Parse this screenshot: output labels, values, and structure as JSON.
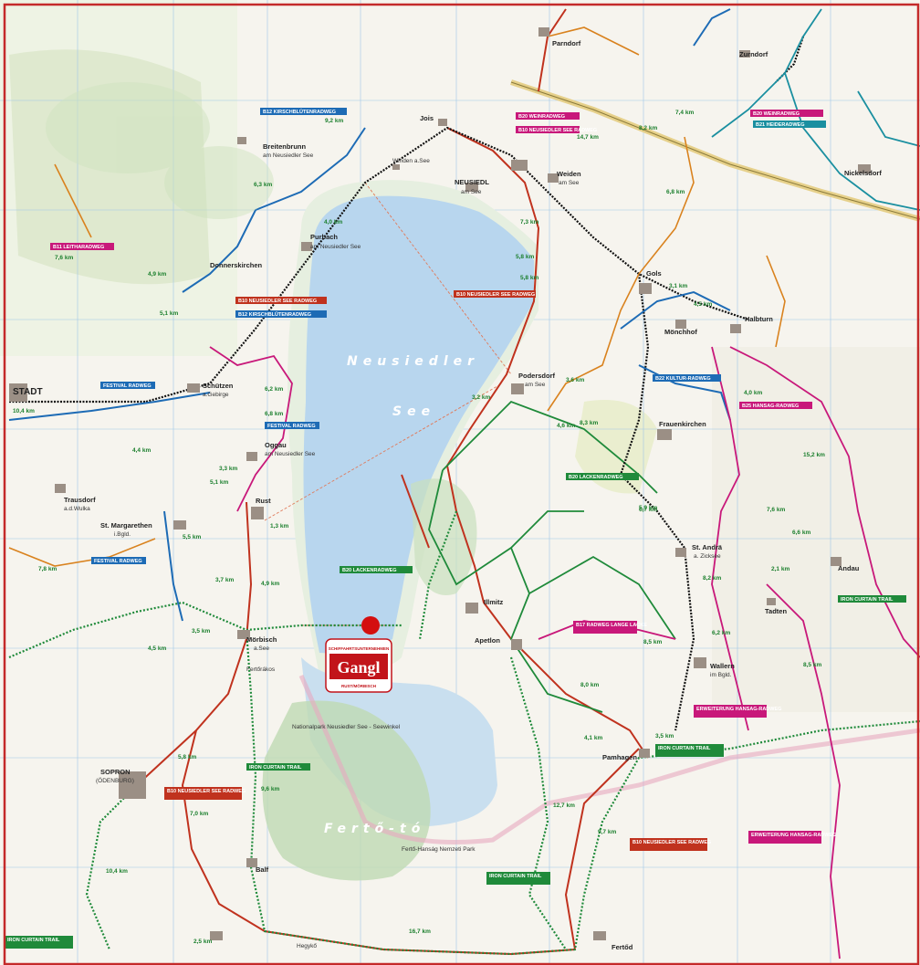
{
  "lake": {
    "name_line1": "Neusiedler",
    "name_line2": "See",
    "name_hu": "Fertő-tó"
  },
  "park_label": "Nationalpark Neusiedler See - Seewinkel",
  "park_label_hu": "Fertő-Hanság Nemzeti Park",
  "marker": {
    "brand": "Gangl",
    "top": "SCHIFFAHRTSUNTERNEHMEN",
    "bottom": "RUST/MÖRBISCH"
  },
  "towns": [
    {
      "label": "NEUSIEDL"
    },
    {
      "label": "am See"
    },
    {
      "label": "Jois"
    },
    {
      "label": "Winden a.See"
    },
    {
      "label": "Breitenbrunn"
    },
    {
      "label": "am Neusiedler See"
    },
    {
      "label": "Purbach"
    },
    {
      "label": "am Neusiedler See"
    },
    {
      "label": "Donnerskirchen"
    },
    {
      "label": "Schützen"
    },
    {
      "label": "a.Gebirge"
    },
    {
      "label": "Oggau"
    },
    {
      "label": "am Neusiedler See"
    },
    {
      "label": "Rust"
    },
    {
      "label": "Trausdorf"
    },
    {
      "label": "a.d.Wulka"
    },
    {
      "label": "St. Margarethen"
    },
    {
      "label": "i.Bgld."
    },
    {
      "label": "Mörbisch"
    },
    {
      "label": "a.See"
    },
    {
      "label": "SOPRON"
    },
    {
      "label": "(ÖDENBURG)"
    },
    {
      "label": "Podersdorf"
    },
    {
      "label": "am See"
    },
    {
      "label": "Weiden"
    },
    {
      "label": "am See"
    },
    {
      "label": "Gols"
    },
    {
      "label": "Mönchhof"
    },
    {
      "label": "Halbturn"
    },
    {
      "label": "Frauenkirchen"
    },
    {
      "label": "St. Andrä"
    },
    {
      "label": "a. Zicksee"
    },
    {
      "label": "Illmitz"
    },
    {
      "label": "Apetlon"
    },
    {
      "label": "Wallern"
    },
    {
      "label": "im Bgld."
    },
    {
      "label": "Tadten"
    },
    {
      "label": "Andau"
    },
    {
      "label": "Pamhagen"
    },
    {
      "label": "Fertőd"
    },
    {
      "label": "Nickelsdorf"
    },
    {
      "label": "Zurndorf"
    },
    {
      "label": "Parndorf"
    },
    {
      "label": "Balf"
    },
    {
      "label": "Fertőrákos"
    },
    {
      "label": "Hegykő"
    },
    {
      "label": "STADT"
    }
  ],
  "routes": [
    {
      "label": "B10 NEUSIEDLER SEE RADWEG"
    },
    {
      "label": "B12 KIRSCHBLÜTENRADWEG"
    },
    {
      "label": "B12 KIRSCHBLÜTENRADWEG"
    },
    {
      "label": "B11 LEITHARADWEG"
    },
    {
      "label": "FESTIVAL RADWEG"
    },
    {
      "label": "FESTIVAL RADWEG"
    },
    {
      "label": "FESTIVAL RADWEG"
    },
    {
      "label": "B10 NEUSIEDLER SEE RADWEG"
    },
    {
      "label": "B20 LACKENRADWEG"
    },
    {
      "label": "B20 LACKENRADWEG"
    },
    {
      "label": "B22 KULTUR-RADWEG"
    },
    {
      "label": "B25 HANSAG-RADWEG"
    },
    {
      "label": "B17 RADWEG LANGE LACKE"
    },
    {
      "label": "IRON CURTAIN TRAIL"
    },
    {
      "label": "IRON CURTAIN TRAIL"
    },
    {
      "label": "IRON CURTAIN TRAIL"
    },
    {
      "label": "IRON CURTAIN TRAIL"
    },
    {
      "label": "IRON CURTAIN TRAIL"
    },
    {
      "label": "B10 NEUSIEDLER SEE RADWEG"
    },
    {
      "label": "B10 NEUSIEDLER SEE RADWEG"
    },
    {
      "label": "B20 WEINRADWEG"
    },
    {
      "label": "B21 HEIDERADWEG"
    },
    {
      "label": "B20 WEINRADWEG"
    },
    {
      "label": "ERWEITERUNG HANSAG-RADWEG"
    },
    {
      "label": "ERWEITERUNG HANSAG-RADWEG"
    },
    {
      "label": "B10 NEUSIEDLER SEE RADWEG"
    }
  ],
  "distances": [
    "9,2 km",
    "6,3 km",
    "4,0 km",
    "4,9 km",
    "5,1 km",
    "7,6 km",
    "3,3 km",
    "5,1 km",
    "10,4 km",
    "4,4 km",
    "7,8 km",
    "5,5 km",
    "3,7 km",
    "4,9 km",
    "1,3 km",
    "6,2 km",
    "6,8 km",
    "5,8 km",
    "3,2 km",
    "4,6 km",
    "7,3 km",
    "5,8 km",
    "3,6 km",
    "3,1 km",
    "8,2 km",
    "4,5 km",
    "8,3 km",
    "6,8 km",
    "5,9 km",
    "4,0 km",
    "15,2 km",
    "7,6 km",
    "6,6 km",
    "8,2 km",
    "2,1 km",
    "6,7 km",
    "8,5 km",
    "6,2 km",
    "8,5 km",
    "4,1 km",
    "3,5 km",
    "12,7 km",
    "9,7 km",
    "16,7 km",
    "8,0 km",
    "10,4 km",
    "2,5 km",
    "3,5 km",
    "4,5 km",
    "7,0 km",
    "5,8 km",
    "9,6 km",
    "14,7 km",
    "7,4 km"
  ],
  "colors": {
    "lake": "#b8d6ee",
    "route_red": "#c0321e",
    "route_green": "#1f8a3a",
    "route_blue": "#1d6bb5",
    "route_black": "#111111",
    "route_orange": "#d9821e",
    "route_magenta": "#c8187a",
    "route_teal": "#1a8fa0",
    "frame": "#c42a2a",
    "marker": "#d40f0f"
  }
}
